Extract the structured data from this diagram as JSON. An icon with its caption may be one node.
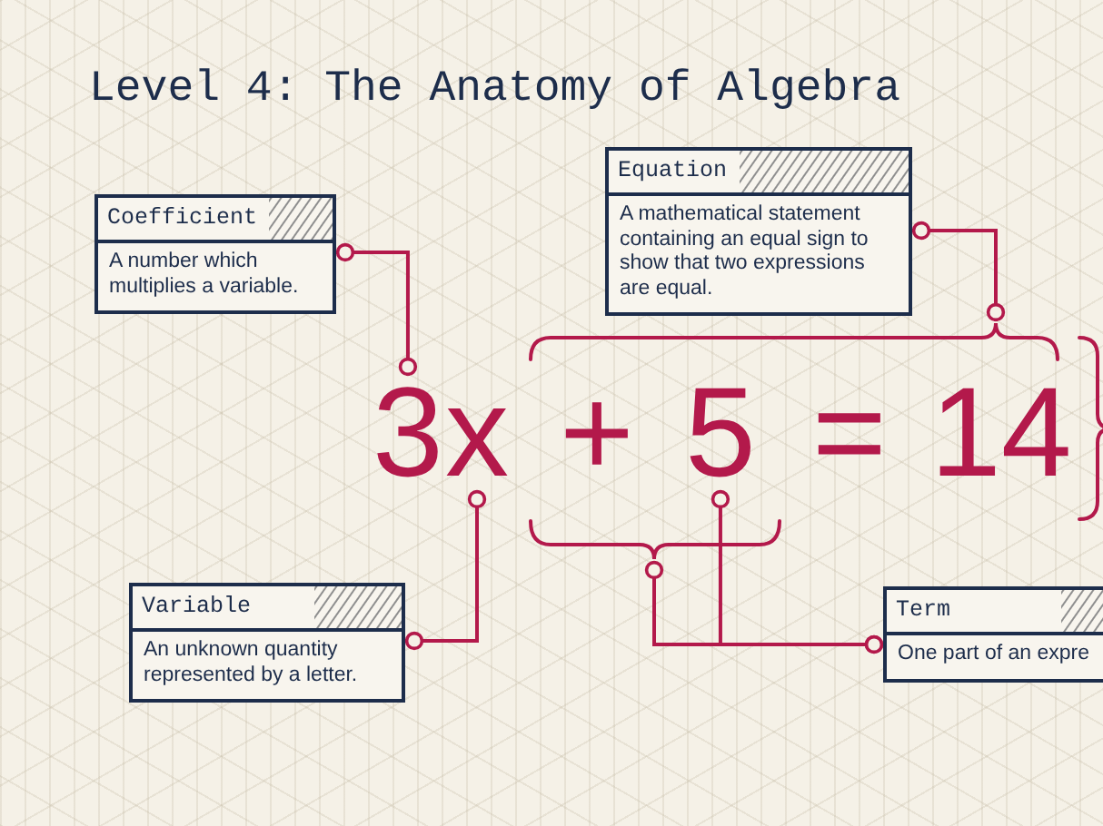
{
  "diagram": {
    "title": "Level 4: The Anatomy of Algebra",
    "nodes": [
      {
        "text": [
          "Coefficient",
          "A number which multiplies a variable."
        ]
      },
      {
        "text": [
          "Equation",
          "A mathematical statement containing an equal sign to show that two expressions are equal."
        ]
      },
      {
        "text": [],
        "shape": "bracket"
      },
      {
        "text": [
          "3"
        ]
      },
      {
        "text": [
          "x"
        ]
      },
      {
        "text": [
          "5"
        ]
      },
      {
        "text": [],
        "shape": "bracket"
      },
      {
        "text": [
          "Variable",
          "An unknown quantity represented by a letter."
        ]
      },
      {
        "text": [
          "Term",
          "One part of an expre"
        ]
      }
    ],
    "edges": [
      {
        "from": 0,
        "to": 3,
        "arrow": "other"
      },
      {
        "from": 1,
        "to": 2,
        "arrow": "other"
      },
      {
        "from": 7,
        "to": 4,
        "arrow": "other"
      },
      {
        "from": 8,
        "to": 6,
        "arrow": "other"
      },
      {
        "from": 8,
        "to": 5,
        "arrow": "other"
      }
    ],
    "labels": [
      "+",
      "=",
      "14"
    ]
  }
}
